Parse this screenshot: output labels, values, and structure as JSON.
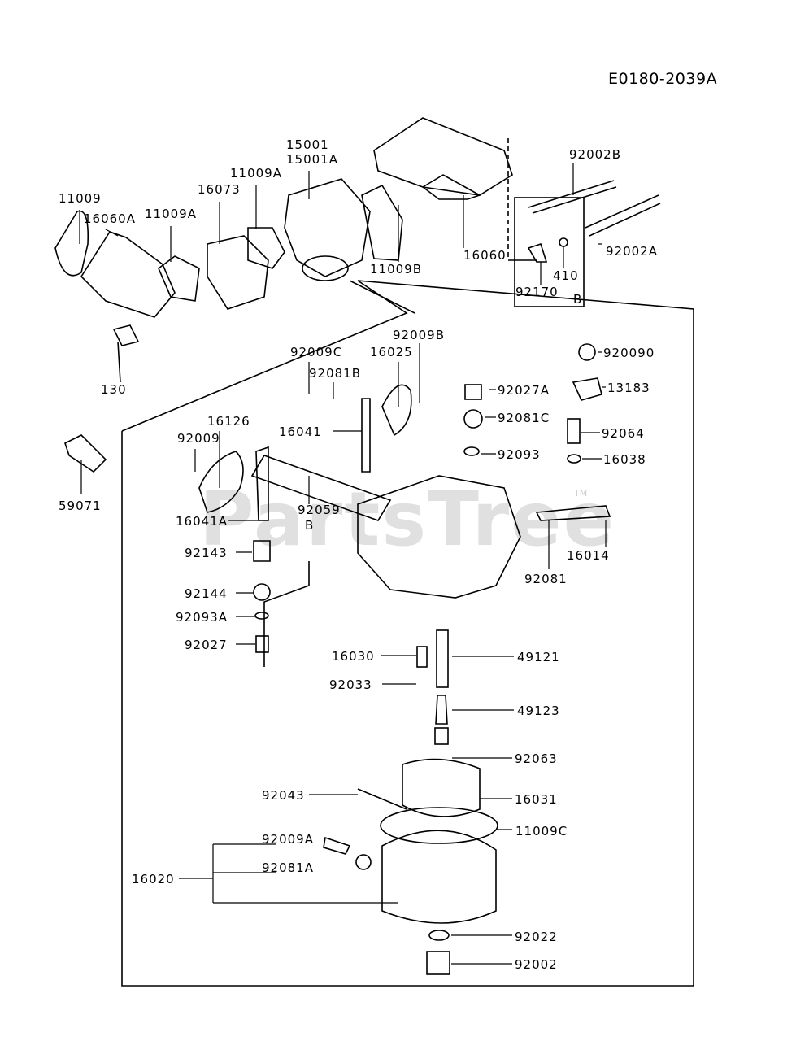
{
  "diagram_code": "E0180-2039A",
  "watermark": "PartsTree",
  "watermark_tm": "TM",
  "parts": [
    {
      "id": "p1",
      "label": "15001"
    },
    {
      "id": "p2",
      "label": "15001A"
    },
    {
      "id": "p3",
      "label": "11009A"
    },
    {
      "id": "p4",
      "label": "16073"
    },
    {
      "id": "p5",
      "label": "11009"
    },
    {
      "id": "p6",
      "label": "16060A"
    },
    {
      "id": "p7",
      "label": "11009A"
    },
    {
      "id": "p8",
      "label": "92002B"
    },
    {
      "id": "p9",
      "label": "92002A"
    },
    {
      "id": "p10",
      "label": "11009B"
    },
    {
      "id": "p11",
      "label": "16060"
    },
    {
      "id": "p12",
      "label": "410"
    },
    {
      "id": "p13",
      "label": "92170"
    },
    {
      "id": "p14",
      "label": "B"
    },
    {
      "id": "p15",
      "label": "130"
    },
    {
      "id": "p16",
      "label": "92009B"
    },
    {
      "id": "p17",
      "label": "92009C"
    },
    {
      "id": "p18",
      "label": "16025"
    },
    {
      "id": "p19",
      "label": "92081B"
    },
    {
      "id": "p20",
      "label": "920090"
    },
    {
      "id": "p21",
      "label": "92027A"
    },
    {
      "id": "p22",
      "label": "13183"
    },
    {
      "id": "p23",
      "label": "16041"
    },
    {
      "id": "p24",
      "label": "16126"
    },
    {
      "id": "p25",
      "label": "92009"
    },
    {
      "id": "p26",
      "label": "92081C"
    },
    {
      "id": "p27",
      "label": "92064"
    },
    {
      "id": "p28",
      "label": "92093"
    },
    {
      "id": "p29",
      "label": "16038"
    },
    {
      "id": "p30",
      "label": "59071"
    },
    {
      "id": "p31",
      "label": "92059"
    },
    {
      "id": "p32",
      "label": "B"
    },
    {
      "id": "p33",
      "label": "16041A"
    },
    {
      "id": "p34",
      "label": "16014"
    },
    {
      "id": "p35",
      "label": "92143"
    },
    {
      "id": "p36",
      "label": "92081"
    },
    {
      "id": "p37",
      "label": "92144"
    },
    {
      "id": "p38",
      "label": "92093A"
    },
    {
      "id": "p39",
      "label": "92027"
    },
    {
      "id": "p40",
      "label": "16030"
    },
    {
      "id": "p41",
      "label": "49121"
    },
    {
      "id": "p42",
      "label": "92033"
    },
    {
      "id": "p43",
      "label": "49123"
    },
    {
      "id": "p44",
      "label": "92063"
    },
    {
      "id": "p45",
      "label": "92043"
    },
    {
      "id": "p46",
      "label": "16031"
    },
    {
      "id": "p47",
      "label": "11009C"
    },
    {
      "id": "p48",
      "label": "92009A"
    },
    {
      "id": "p49",
      "label": "16020"
    },
    {
      "id": "p50",
      "label": "92081A"
    },
    {
      "id": "p51",
      "label": "92022"
    },
    {
      "id": "p52",
      "label": "92002"
    }
  ]
}
